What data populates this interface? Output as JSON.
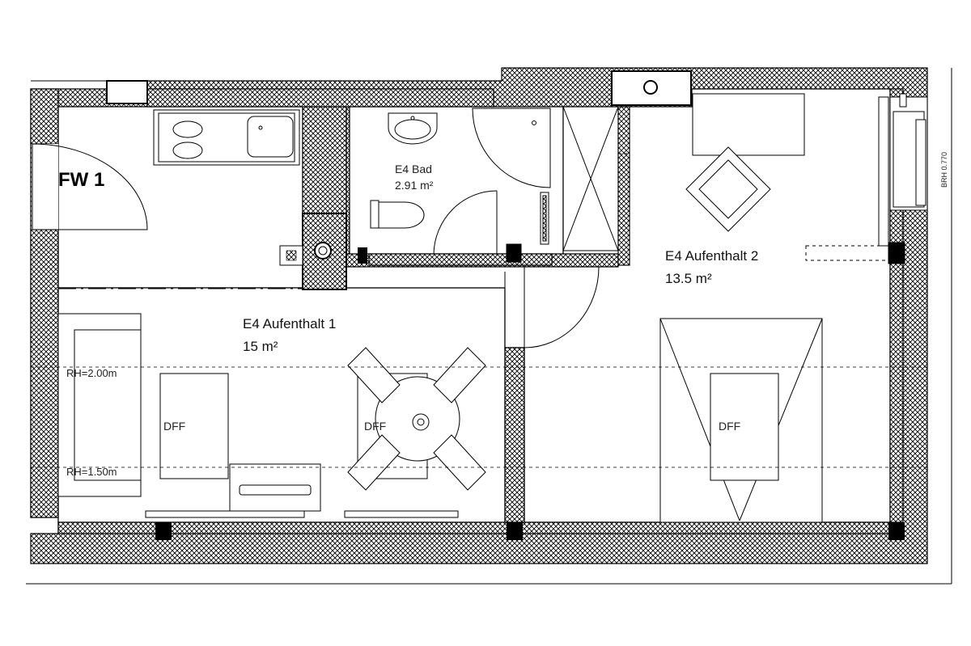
{
  "plan": {
    "fw_label": "FW 1",
    "rooms": {
      "bad": {
        "name": "E4 Bad",
        "area": "2.91 m²"
      },
      "aufenthalt1": {
        "name": "E4 Aufenthalt 1",
        "area": "15 m²"
      },
      "aufenthalt2": {
        "name": "E4 Aufenthalt 2",
        "area": "13.5 m²"
      }
    },
    "rh_upper": "RH=2.00m",
    "rh_lower": "RH=1.50m",
    "dff_label": "DFF",
    "brh_label": "BRH 0.770"
  },
  "colors": {
    "wall_hatch": "#000000",
    "background": "#ffffff",
    "line": "#000000"
  }
}
